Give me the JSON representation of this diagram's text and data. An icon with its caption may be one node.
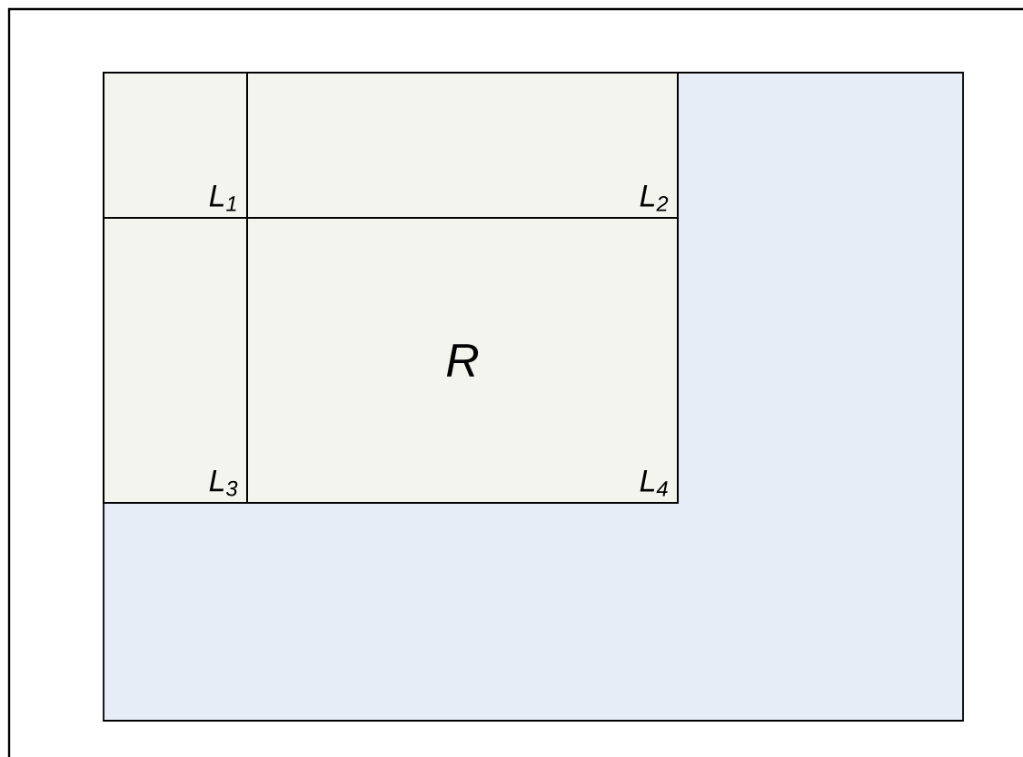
{
  "diagram": {
    "nodes": [
      {
        "text": [],
        "shape": "box"
      },
      {
        "text": [
          "L$_{1}$"
        ],
        "in": 0
      },
      {
        "text": [
          "L$_{2}$"
        ],
        "in": 0
      },
      {
        "text": [
          "L$_{3}$"
        ],
        "in": 0
      },
      {
        "text": [
          "R",
          "L$_{4}$"
        ],
        "in": 0
      }
    ]
  }
}
